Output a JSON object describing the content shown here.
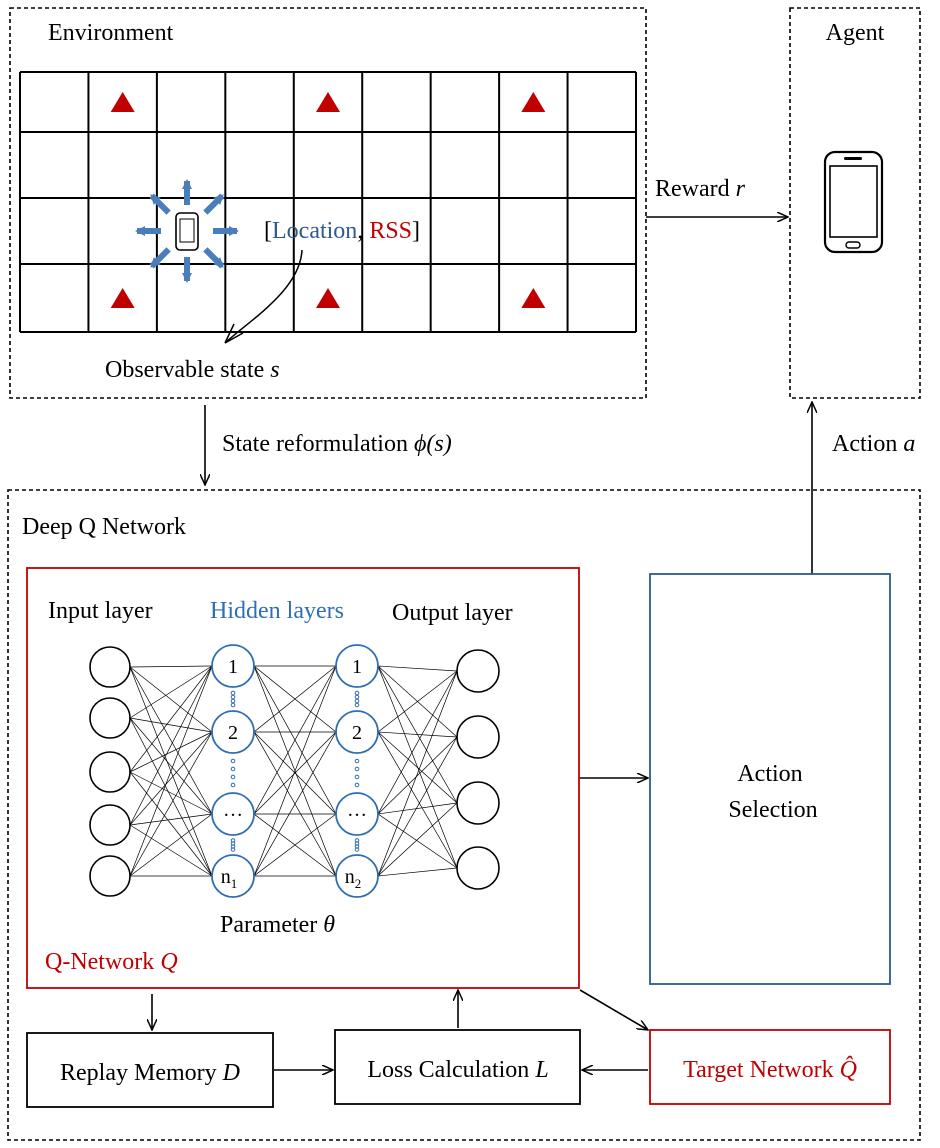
{
  "environment": {
    "title": "Environment",
    "state_open_bracket": "[",
    "state_location": "Location",
    "state_comma": ", ",
    "state_rss": "RSS",
    "state_close_bracket": "]",
    "observable_state": "Observable state ",
    "observable_symbol": "s",
    "grid_cols": 9,
    "grid_rows": 4,
    "triangle_cells": [
      [
        0,
        1
      ],
      [
        0,
        4
      ],
      [
        0,
        7
      ],
      [
        3,
        1
      ],
      [
        3,
        4
      ],
      [
        3,
        7
      ]
    ]
  },
  "agent": {
    "title": "Agent",
    "device_icon": "smartphone-icon"
  },
  "arrows": {
    "reward_label": "Reward ",
    "reward_symbol": "r",
    "state_reform_label": "State reformulation ",
    "state_reform_symbol": "ϕ(s)",
    "action_label": "Action ",
    "action_symbol": "a"
  },
  "dqn": {
    "title": "Deep Q Network",
    "input_layer": "Input layer",
    "hidden_layers": "Hidden layers",
    "output_layer": "Output layer",
    "hidden_nodes": [
      "1",
      "2",
      "…",
      "n"
    ],
    "hidden1_last_sub": "1",
    "hidden2_last_sub": "2",
    "parameter_label": "Parameter ",
    "parameter_symbol": "θ",
    "qnetwork_label": "Q-Network ",
    "qnetwork_symbol": "Q",
    "action_selection_line1": "Action",
    "action_selection_line2": "Selection",
    "replay_label": "Replay Memory ",
    "replay_symbol": "D",
    "loss_label": "Loss Calculation ",
    "loss_symbol": "L",
    "target_label": "Target Network ",
    "target_symbol": "Q̂"
  },
  "colors": {
    "location": "#2e5a8c",
    "rss": "#c00000",
    "hidden": "#2f6eb4",
    "qnetwork_border": "#c00000",
    "action_box_border": "#2e5a8c",
    "arrow_blue": "#4a7ebb",
    "triangle": "#c00000"
  }
}
